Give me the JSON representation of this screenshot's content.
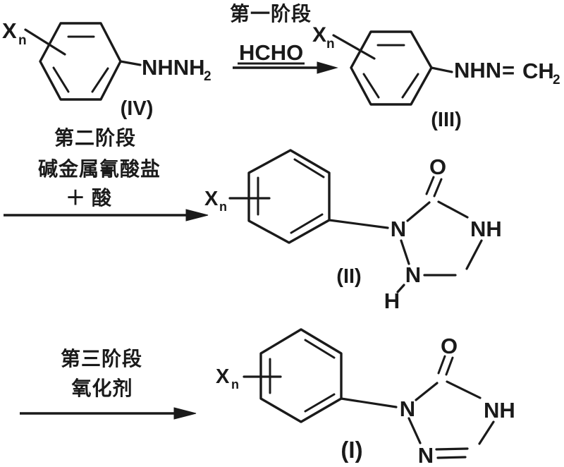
{
  "colors": {
    "ink": "#1a1a1a",
    "background": "#ffffff"
  },
  "stage1": {
    "name": "第一阶段",
    "reagent": "HCHO"
  },
  "stage2": {
    "name": "第二阶段",
    "reagent1": "碱金属氰酸盐",
    "reagent2": "＋ 酸"
  },
  "stage3": {
    "name": "第三阶段",
    "reagent": "氧化剂"
  },
  "iv": {
    "x": "X",
    "n": "n",
    "group": "NHNH",
    "group_sub": "2",
    "label": "(IV)"
  },
  "iii": {
    "x": "X",
    "n": "n",
    "group1": "NHN",
    "eq": "=",
    "group2": "CH",
    "group_sub": "2",
    "label": "(III)"
  },
  "ii": {
    "x": "X",
    "n": "n",
    "label": "(II)",
    "n1": "N",
    "o": "O",
    "nh": "NH",
    "n2": "N",
    "h": "H"
  },
  "i": {
    "x": "X",
    "n": "n",
    "label": "(I)",
    "n1": "N",
    "o": "O",
    "nh": "NH",
    "n2": "N"
  }
}
